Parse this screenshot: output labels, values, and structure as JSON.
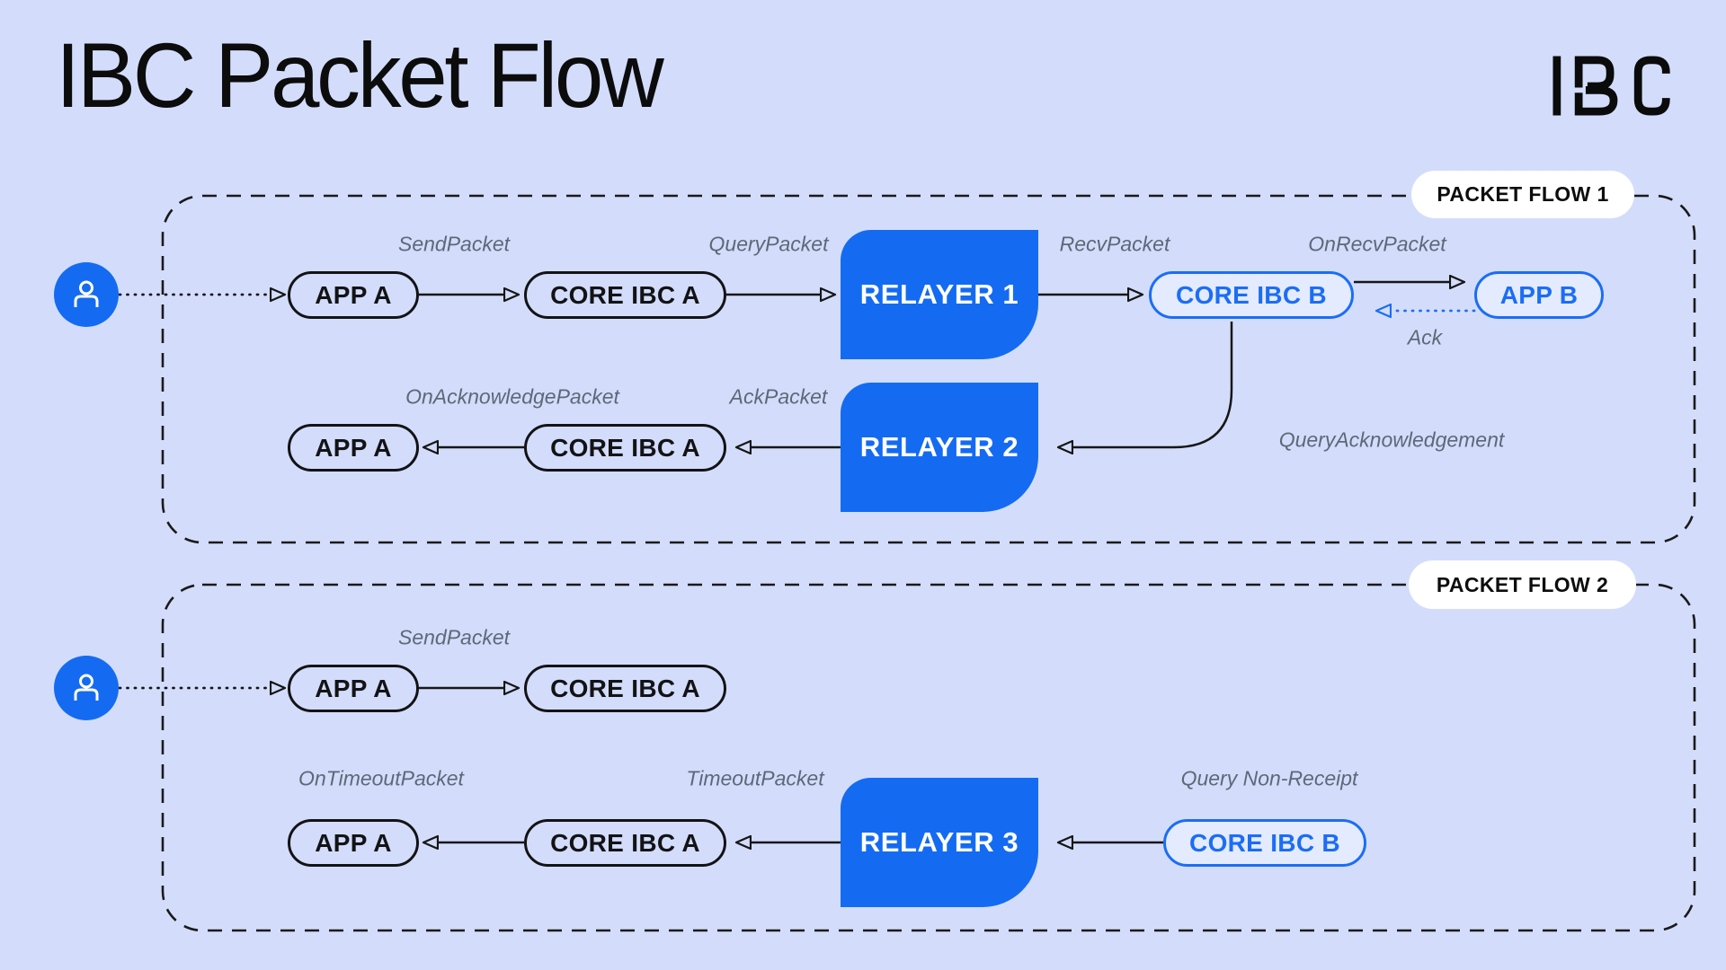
{
  "header": {
    "title": "IBC Packet Flow",
    "logo_text": "IBC"
  },
  "colors": {
    "background": "#d3ddfb",
    "accent_blue": "#146bf2",
    "pill_blue": "#1b6df6",
    "pill_blue_fill": "#e4ebfe",
    "label_gray": "#5d6878",
    "line_black": "#161616",
    "badge_white": "#ffffff"
  },
  "flow1": {
    "badge": "PACKET FLOW 1",
    "nodes": {
      "app_a1": "APP A",
      "core_a1": "CORE IBC A",
      "relayer1": "RELAYER 1",
      "core_b": "CORE IBC B",
      "app_b": "APP B",
      "app_a2": "APP A",
      "core_a2": "CORE IBC A",
      "relayer2": "RELAYER 2"
    },
    "labels": {
      "send": "SendPacket",
      "query": "QueryPacket",
      "recv": "RecvPacket",
      "on_recv": "OnRecvPacket",
      "ack": "Ack",
      "on_ack": "OnAcknowledgePacket",
      "ack_packet": "AckPacket",
      "query_ack": "QueryAcknowledgement"
    }
  },
  "flow2": {
    "badge": "PACKET FLOW 2",
    "nodes": {
      "app_a1": "APP A",
      "core_a1": "CORE IBC A",
      "app_a2": "APP A",
      "core_a2": "CORE IBC A",
      "relayer3": "RELAYER 3",
      "core_b": "CORE IBC B"
    },
    "labels": {
      "send": "SendPacket",
      "on_timeout": "OnTimeoutPacket",
      "timeout": "TimeoutPacket",
      "query_non_receipt": "Query Non-Receipt"
    }
  }
}
